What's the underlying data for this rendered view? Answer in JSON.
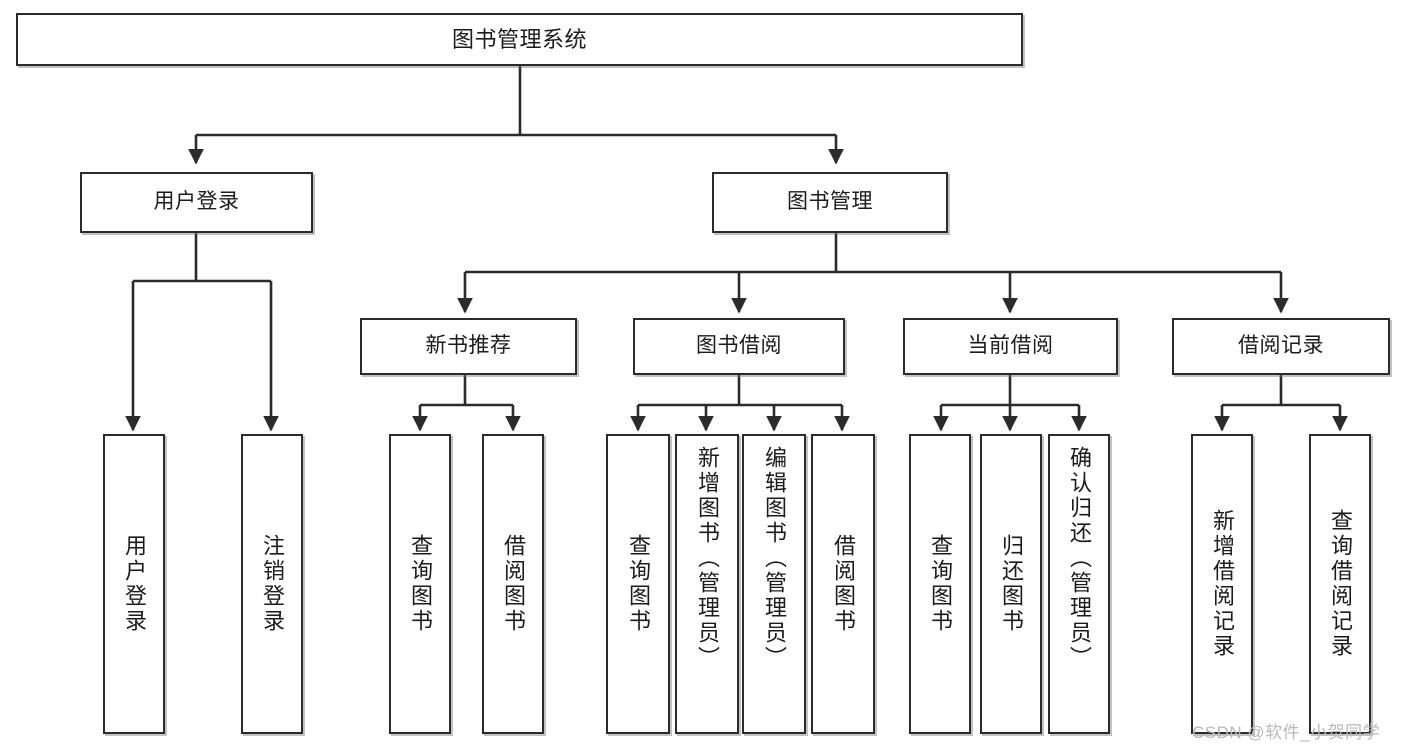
{
  "diagram": {
    "type": "tree",
    "title": "图书管理系统",
    "watermark": "CSDN @软件_小贺同学",
    "colors": {
      "stroke": "#2b2b2b",
      "fill": "#ffffff",
      "text": "#1b1b1b",
      "watermark": "#b9b9b9"
    },
    "nodes": {
      "root": {
        "label": "图书管理系统"
      },
      "level1": [
        {
          "id": "user-login",
          "label": "用户登录"
        },
        {
          "id": "book-manage",
          "label": "图书管理"
        }
      ],
      "level2": [
        {
          "id": "new-book-recommend",
          "label": "新书推荐"
        },
        {
          "id": "book-borrow",
          "label": "图书借阅"
        },
        {
          "id": "current-borrow",
          "label": "当前借阅"
        },
        {
          "id": "borrow-record",
          "label": "借阅记录"
        }
      ],
      "leaves": {
        "user_login": [
          {
            "id": "leaf-user-login",
            "label": "用户登录"
          },
          {
            "id": "leaf-logout-login",
            "label": "注销登录"
          }
        ],
        "new_book_recommend": [
          {
            "id": "leaf-query-book-1",
            "label": "查询图书"
          },
          {
            "id": "leaf-borrow-book-1",
            "label": "借阅图书"
          }
        ],
        "book_borrow": [
          {
            "id": "leaf-query-book-2",
            "label": "查询图书"
          },
          {
            "id": "leaf-add-book",
            "label": "新增图书（管理员）"
          },
          {
            "id": "leaf-edit-book",
            "label": "编辑图书（管理员）"
          },
          {
            "id": "leaf-borrow-book-2",
            "label": "借阅图书"
          }
        ],
        "current_borrow": [
          {
            "id": "leaf-query-book-3",
            "label": "查询图书"
          },
          {
            "id": "leaf-return-book",
            "label": "归还图书"
          },
          {
            "id": "leaf-confirm-return",
            "label": "确认归还（管理员）"
          }
        ],
        "borrow_record": [
          {
            "id": "leaf-add-record",
            "label": "新增借阅记录"
          },
          {
            "id": "leaf-query-record",
            "label": "查询借阅记录"
          }
        ]
      }
    }
  }
}
